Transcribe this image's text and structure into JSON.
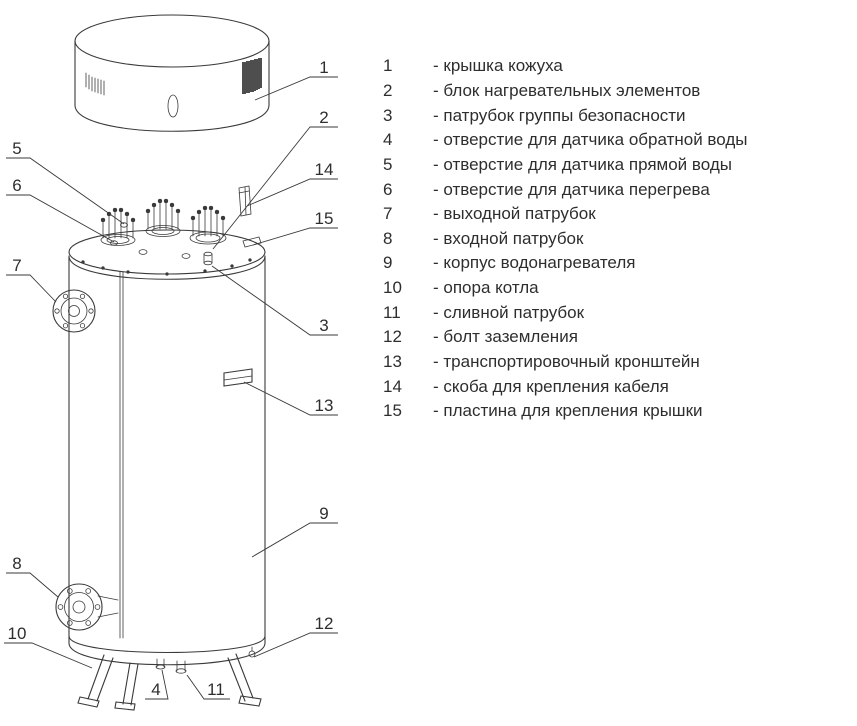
{
  "legend": {
    "items": [
      {
        "num": "1",
        "text": "- крышка кожуха"
      },
      {
        "num": "2",
        "text": "- блок нагревательных элементов"
      },
      {
        "num": "3",
        "text": "- патрубок группы безопасности"
      },
      {
        "num": "4",
        "text": "- отверстие для датчика обратной воды"
      },
      {
        "num": "5",
        "text": "- отверстие для датчика прямой воды"
      },
      {
        "num": "6",
        "text": "- отверстие для датчика перегрева"
      },
      {
        "num": "7",
        "text": "- выходной патрубок"
      },
      {
        "num": "8",
        "text": "- входной патрубок"
      },
      {
        "num": "9",
        "text": "- корпус водонагревателя"
      },
      {
        "num": "10",
        "text": "- опора котла"
      },
      {
        "num": "11",
        "text": "- сливной патрубок"
      },
      {
        "num": "12",
        "text": "- болт заземления"
      },
      {
        "num": "13",
        "text": "- транспортировочный кронштейн"
      },
      {
        "num": "14",
        "text": "- скоба для крепления кабеля"
      },
      {
        "num": "15",
        "text": "- пластина для крепления крышки"
      }
    ]
  },
  "colors": {
    "line": "#3a3a3a",
    "text": "#2e2e2e",
    "background": "#ffffff"
  }
}
